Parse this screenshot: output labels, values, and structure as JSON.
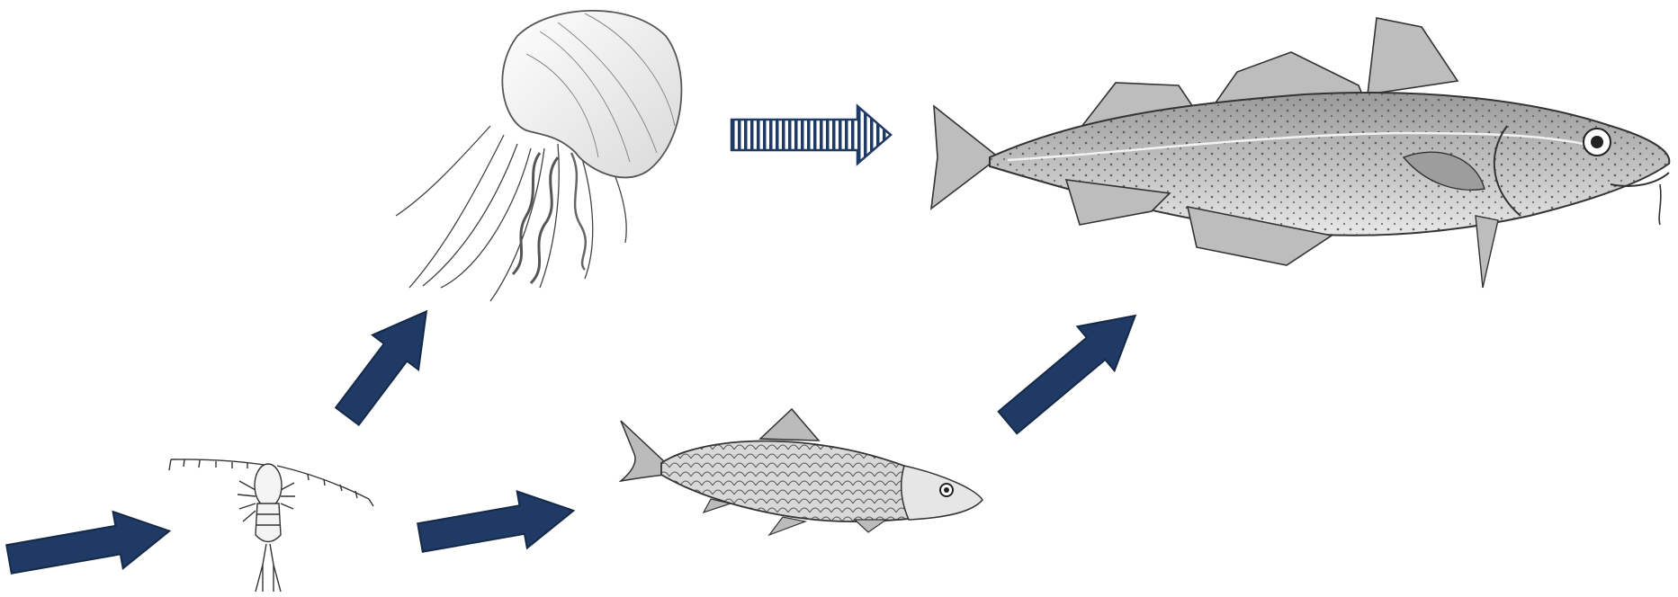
{
  "diagram": {
    "type": "food-web",
    "organisms": [
      {
        "id": "copepod",
        "icon": "copepod-illustration"
      },
      {
        "id": "jellyfish",
        "icon": "jellyfish-illustration"
      },
      {
        "id": "herring",
        "icon": "herring-illustration"
      },
      {
        "id": "cod",
        "icon": "cod-illustration"
      }
    ],
    "links": [
      {
        "from": "input",
        "to": "copepod",
        "style": "solid"
      },
      {
        "from": "copepod",
        "to": "jellyfish",
        "style": "solid"
      },
      {
        "from": "copepod",
        "to": "herring",
        "style": "solid"
      },
      {
        "from": "herring",
        "to": "cod",
        "style": "solid"
      },
      {
        "from": "jellyfish",
        "to": "cod",
        "style": "striped"
      }
    ]
  },
  "colors": {
    "solid_arrow_fill": "#1f3a64",
    "solid_arrow_stroke": "#162a48",
    "striped_arrow_stripe": "#1f3a64",
    "striped_arrow_bg": "#ffffff",
    "illustration_ink": "#333333",
    "fish_body": "#c9c9c9"
  }
}
